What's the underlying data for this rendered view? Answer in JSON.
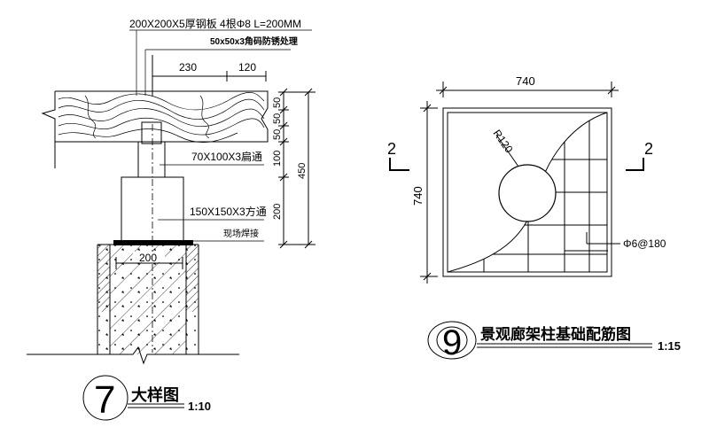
{
  "left_detail": {
    "callout_plate": "200X200X5厚钢板 4根Φ8 L=200MM",
    "callout_angle": "50x50x3角码防锈处理",
    "callout_tube_small": "70X100X3扁通",
    "callout_tube_large": "150X150X3方通",
    "callout_weld": "现场焊接",
    "dim_top_left": "230",
    "dim_top_right": "120",
    "dim_bottom_width": "200",
    "dim_v_50_a": "50",
    "dim_v_50_b": "50",
    "dim_v_50_c": "50",
    "dim_v_100": "100",
    "dim_v_200": "200",
    "dim_total": "450",
    "label_number": "7",
    "label_title": "大样图",
    "label_scale": "1:10"
  },
  "right_detail": {
    "dim_width": "740",
    "dim_height": "740",
    "radius_label": "R120",
    "rebar_label": "Φ6@180",
    "section_left": "2",
    "section_right": "2",
    "label_number": "9",
    "label_title": "景观廊架柱基础配筋图",
    "label_scale": "1:15"
  }
}
